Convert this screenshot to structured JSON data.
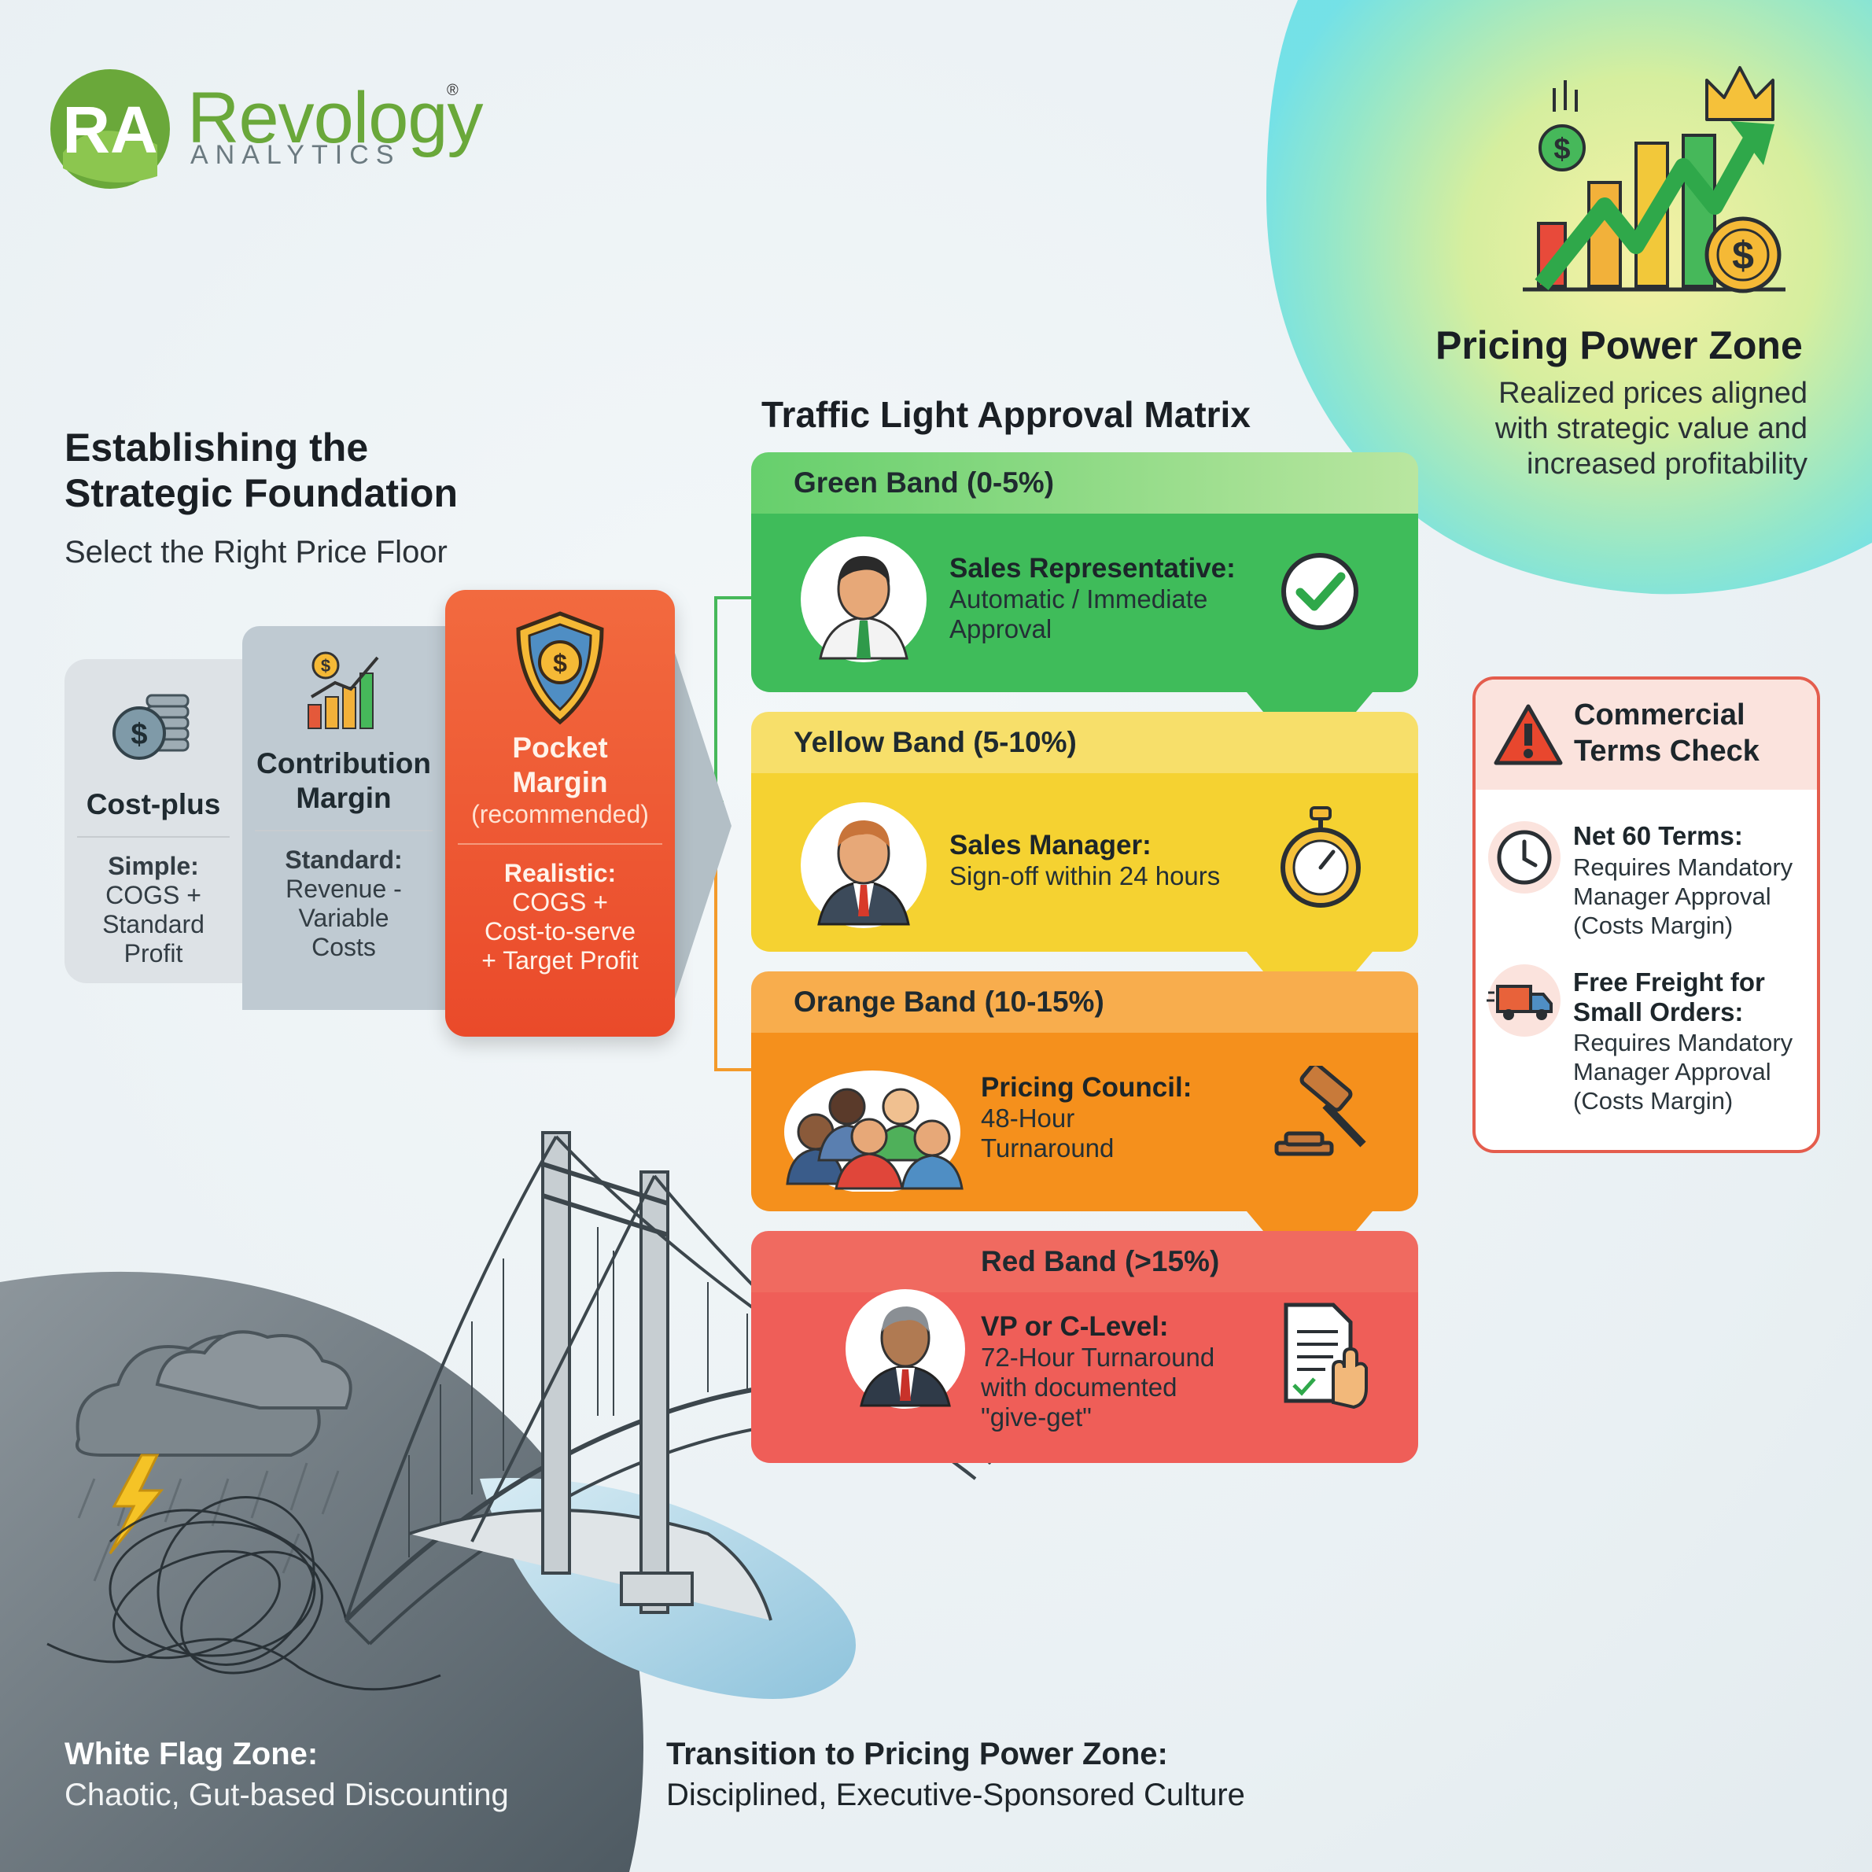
{
  "logo": {
    "mark": "RA",
    "name": "Revology",
    "sub": "ANALYTICS",
    "reg": "®"
  },
  "foundation": {
    "title_line1": "Establishing the",
    "title_line2": "Strategic Foundation",
    "subtitle": "Select the Right Price Floor",
    "cards": [
      {
        "name": "Cost-plus",
        "lead": "Simple:",
        "lines": [
          "COGS +",
          "Standard",
          "Profit"
        ]
      },
      {
        "name_line1": "Contribution",
        "name_line2": "Margin",
        "lead": "Standard:",
        "lines": [
          "Revenue -",
          "Variable",
          "Costs"
        ]
      },
      {
        "name_line1": "Pocket",
        "name_line2": "Margin",
        "tag": "(recommended)",
        "lead": "Realistic:",
        "lines": [
          "COGS +",
          "Cost-to-serve",
          "+ Target Profit"
        ]
      }
    ]
  },
  "matrix": {
    "title": "Traffic Light Approval Matrix",
    "bands": [
      {
        "label": "Green Band (0-5%)",
        "role": "Sales Representative:",
        "desc": [
          "Automatic / Immediate",
          "Approval"
        ],
        "color": "#3fbc5a"
      },
      {
        "label": "Yellow Band (5-10%)",
        "role": "Sales Manager:",
        "desc": [
          "Sign-off within 24 hours"
        ],
        "color": "#f5d231"
      },
      {
        "label": "Orange Band (10-15%)",
        "role": "Pricing Council:",
        "desc": [
          "48-Hour",
          "Turnaround"
        ],
        "color": "#f5901c"
      },
      {
        "label": "Red Band (>15%)",
        "role": "VP or C-Level:",
        "desc": [
          "72-Hour Turnaround",
          "with documented",
          "\"give-get\""
        ],
        "color": "#ef5e58"
      }
    ]
  },
  "terms": {
    "title_line1": "Commercial",
    "title_line2": "Terms Check",
    "items": [
      {
        "title": "Net 60 Terms:",
        "desc": [
          "Requires Mandatory",
          "Manager Approval",
          "(Costs Margin)"
        ],
        "icon": "clock-icon"
      },
      {
        "title_line1": "Free Freight for",
        "title_line2": "Small Orders:",
        "desc": [
          "Requires Mandatory",
          "Manager Approval",
          "(Costs Margin)"
        ],
        "icon": "truck-icon"
      }
    ]
  },
  "pricing_power": {
    "title": "Pricing Power Zone",
    "desc": [
      "Realized prices aligned",
      "with strategic value and",
      "increased profitability"
    ]
  },
  "white_flag": {
    "title": "White Flag Zone:",
    "desc": "Chaotic, Gut-based Discounting"
  },
  "transition": {
    "title": "Transition to Pricing Power Zone:",
    "desc": "Disciplined, Executive-Sponsored Culture"
  }
}
